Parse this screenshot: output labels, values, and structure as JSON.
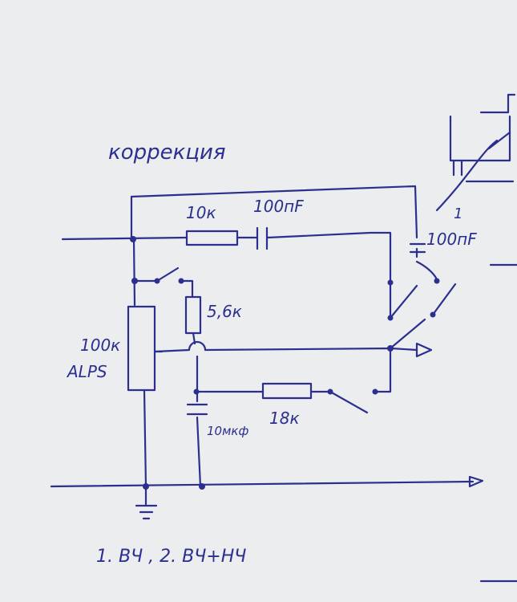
{
  "title": "коррекция",
  "labels": {
    "r_10k": "10к",
    "c_100pf_series": "100пF",
    "c_100pf_side": "100пF",
    "r_5_6k": "5,6к",
    "pot": "100к",
    "pot_brand": "ALPS",
    "c_10uf": "10мкф",
    "r_18k": "18к",
    "switch_pos_1": "1"
  },
  "footnote": "1. ВЧ , 2. ВЧ+НЧ",
  "colors": {
    "ink": "#2b2f8f",
    "paper": "#ecedef"
  }
}
